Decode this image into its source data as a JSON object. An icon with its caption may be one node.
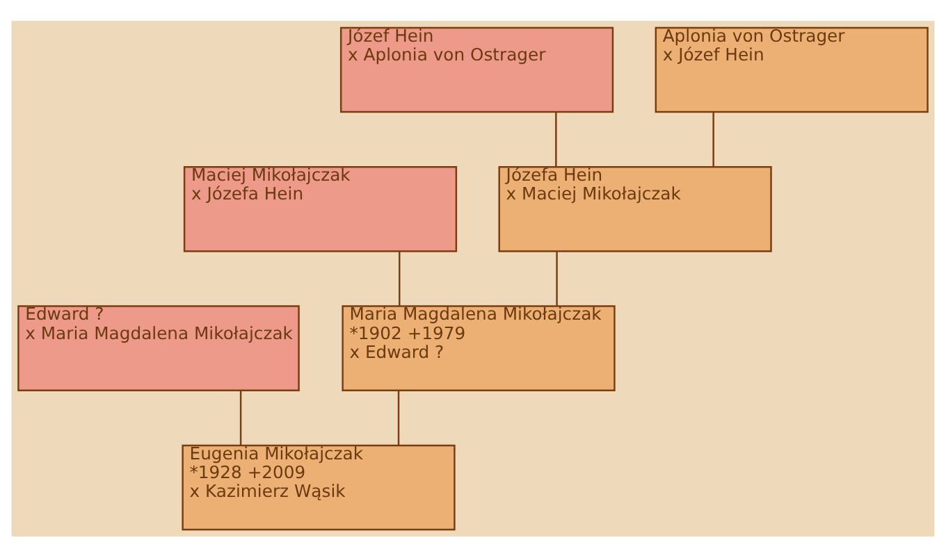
{
  "diagram": {
    "nodes": [
      {
        "text": [
          "Józef Hein",
          "x Aplonia von Ostrager"
        ]
      },
      {
        "text": [
          "Aplonia von Ostrager",
          "x Józef Hein"
        ]
      },
      {
        "text": [
          "Maciej Mikołajczak",
          "x Józefa Hein"
        ]
      },
      {
        "text": [
          "Józefa Hein",
          "x Maciej Mikołajczak"
        ]
      },
      {
        "text": [
          "Edward ?",
          "x Maria Magdalena Mikołajczak"
        ]
      },
      {
        "text": [
          "Maria Magdalena Mikołajczak",
          "*1902 +1979",
          "x Edward ?"
        ]
      },
      {
        "text": [
          "Eugenia Mikołajczak",
          "*1928 +2009",
          "x Kazimierz Wąsik"
        ]
      }
    ],
    "edges": [
      {
        "from": 0,
        "to": 3,
        "arrow": "none"
      },
      {
        "from": 1,
        "to": 3,
        "arrow": "none"
      },
      {
        "from": 2,
        "to": 5,
        "arrow": "none"
      },
      {
        "from": 3,
        "to": 5,
        "arrow": "none"
      },
      {
        "from": 4,
        "to": 6,
        "arrow": "none"
      },
      {
        "from": 5,
        "to": 6,
        "arrow": "none"
      }
    ]
  }
}
